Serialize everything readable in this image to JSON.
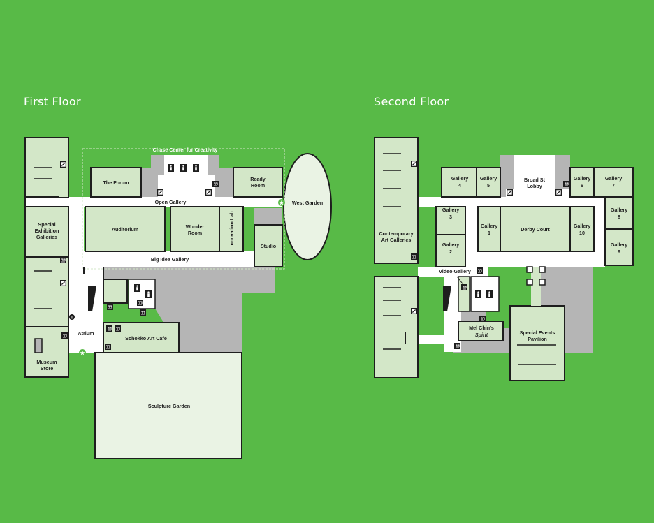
{
  "floors": {
    "first": {
      "title": "First Floor",
      "rooms": {
        "chase_center": "Chase Center for Creativity",
        "the_forum": "The Forum",
        "ready_room_1": "Ready",
        "ready_room_2": "Room",
        "open_gallery": "Open Gallery",
        "west_garden": "West Garden",
        "special_1": "Special",
        "special_2": "Exhibition",
        "special_3": "Galleries",
        "auditorium": "Auditorium",
        "wonder_1": "Wonder",
        "wonder_2": "Room",
        "innovation_lab": "Innovation Lab",
        "studio": "Studio",
        "big_idea": "Big Idea Gallery",
        "atrium": "Atrium",
        "cafe": "Schokko Art Café",
        "museum_store_1": "Museum",
        "museum_store_2": "Store",
        "sculpture_garden": "Sculpture Garden"
      }
    },
    "second": {
      "title": "Second Floor",
      "rooms": {
        "gallery_4_a": "Gallery",
        "gallery_4_b": "4",
        "gallery_5_a": "Gallery",
        "gallery_5_b": "5",
        "broad_1": "Broad St",
        "broad_2": "Lobby",
        "gallery_6_a": "Gallery",
        "gallery_6_b": "6",
        "gallery_7_a": "Gallery",
        "gallery_7_b": "7",
        "gallery_3_a": "Gallery",
        "gallery_3_b": "3",
        "gallery_1_a": "Gallery",
        "gallery_1_b": "1",
        "derby_court": "Derby Court",
        "gallery_10_a": "Gallery",
        "gallery_10_b": "10",
        "gallery_8_a": "Gallery",
        "gallery_8_b": "8",
        "contemporary_1": "Contemporary",
        "contemporary_2": "Art Galleries",
        "gallery_2_a": "Gallery",
        "gallery_2_b": "2",
        "gallery_9_a": "Gallery",
        "gallery_9_b": "9",
        "video_gallery": "Video Gallery",
        "mel_chin_1": "Mel Chin’s",
        "mel_chin_2": "Spirit",
        "special_events_1": "Special Events",
        "special_events_2": "Pavilion"
      }
    }
  },
  "colors": {
    "background": "#58ba47",
    "room": "#d3e7c8",
    "corridor": "#ffffff",
    "service": "#b5b5b5",
    "outline": "#1e1e1e",
    "garden": "#eaf3e4"
  },
  "icons": [
    "elevator-icon",
    "stairs-icon",
    "restroom-icon",
    "family-restroom-icon",
    "info-icon",
    "entrance-star-icon",
    "coat-check-icon",
    "cafe-icon"
  ]
}
